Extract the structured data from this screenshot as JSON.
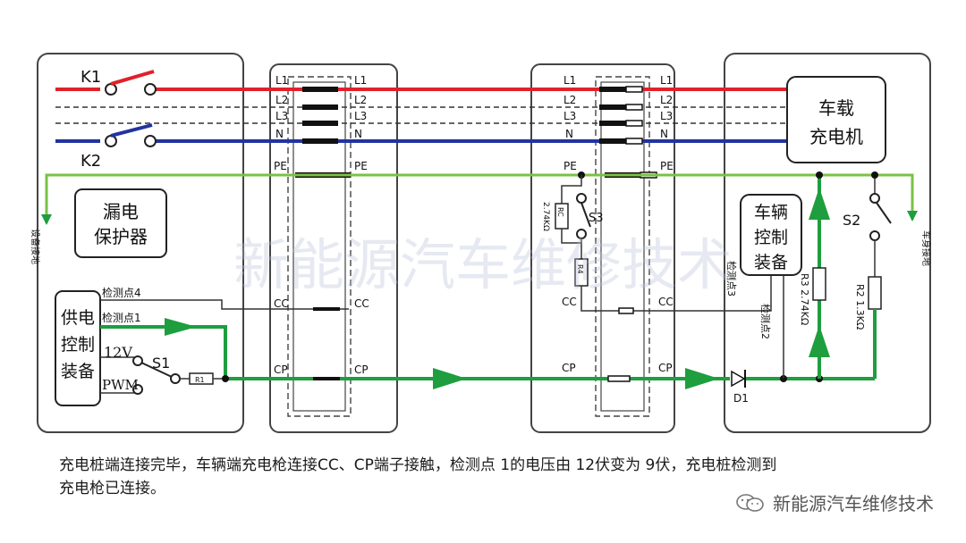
{
  "labels": {
    "k1": "K1",
    "k2": "K2",
    "leakage_protector": [
      "漏电",
      "保护器"
    ],
    "supply_control": [
      "供电",
      "控制",
      "装备"
    ],
    "v12": "12V",
    "pwm": "PWM",
    "s1": "S1",
    "r1": "R1",
    "equip_ground": "设备接地",
    "detect4": "检测点4",
    "detect1": "检测点1",
    "charger": [
      "车载",
      "充电机"
    ],
    "vehicle_control": [
      "车辆",
      "控制",
      "装备"
    ],
    "s2": "S2",
    "s3": "S3",
    "rc": "RC",
    "r4": "R4",
    "rc_value": "2.74KΩ",
    "r3": "R3 2.74KΩ",
    "r2": "R2 1.3KΩ",
    "detect3": "检测点3",
    "detect2": "检测点2",
    "d1": "D1",
    "body_ground": "车身接地",
    "pin_l1": "L1",
    "pin_l2": "L2",
    "pin_l3": "L3",
    "pin_n": "N",
    "pin_pe": "PE",
    "pin_cc": "CC",
    "pin_cp": "CP",
    "watermark": "新能源汽车维修技术"
  },
  "caption": [
    "充电桩端连接完毕，车辆端充电枪连接CC、CP端子接触，检测点 1的电压由 12伏变为 9伏，充电桩检测到",
    "充电枪已连接。"
  ],
  "footer_brand": "新能源汽车维修技术",
  "colors": {
    "phase_red": "#e0212a",
    "neutral_blue": "#2233a0",
    "ground_green": "#7ac143",
    "signal_green": "#1e9e3e"
  }
}
